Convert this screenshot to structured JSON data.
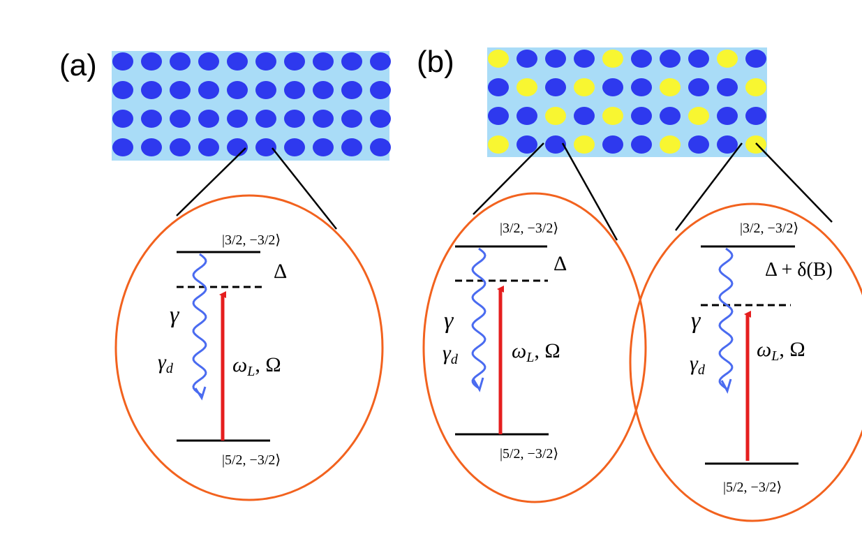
{
  "colors": {
    "lattice_bg": "#A9DCF7",
    "atom_blue": "#2E39EE",
    "atom_yellow": "#F8F631",
    "ellipse": "#F2621E",
    "laser": "#E51E1E",
    "decay": "#4A6BF0",
    "level": "#000000"
  },
  "panel_a": {
    "label": "(a)",
    "lattice_pattern": [
      "BBBBBBBBBB",
      "BBBBBBBBBB",
      "BBBBBBBBBB",
      "BBBBBBBBBB"
    ],
    "upper_state": "|3/2, −3/2⟩",
    "lower_state": "|5/2, −3/2⟩",
    "detuning": "Δ",
    "gamma": "γ",
    "gamma_d_base": "γ",
    "gamma_d_sub": "d",
    "laser_omega": "ω",
    "laser_omega_sub": "L",
    "laser_rest": ", Ω"
  },
  "panel_b": {
    "label": "(b)",
    "lattice_pattern": [
      "YBBBYBBBYB",
      "BYBYBBYBBY",
      "BBYBYBBYBB",
      "YBBYBBYBBY"
    ],
    "left": {
      "upper_state": "|3/2, −3/2⟩",
      "lower_state": "|5/2, −3/2⟩",
      "detuning": "Δ",
      "gamma": "γ",
      "gamma_d_base": "γ",
      "gamma_d_sub": "d",
      "laser_omega": "ω",
      "laser_omega_sub": "L",
      "laser_rest": ", Ω"
    },
    "right": {
      "upper_state": "|3/2, −3/2⟩",
      "lower_state": "|5/2, −3/2⟩",
      "detuning": "Δ + δ(B)",
      "gamma": "γ",
      "gamma_d_base": "γ",
      "gamma_d_sub": "d",
      "laser_omega": "ω",
      "laser_omega_sub": "L",
      "laser_rest": ", Ω"
    }
  }
}
